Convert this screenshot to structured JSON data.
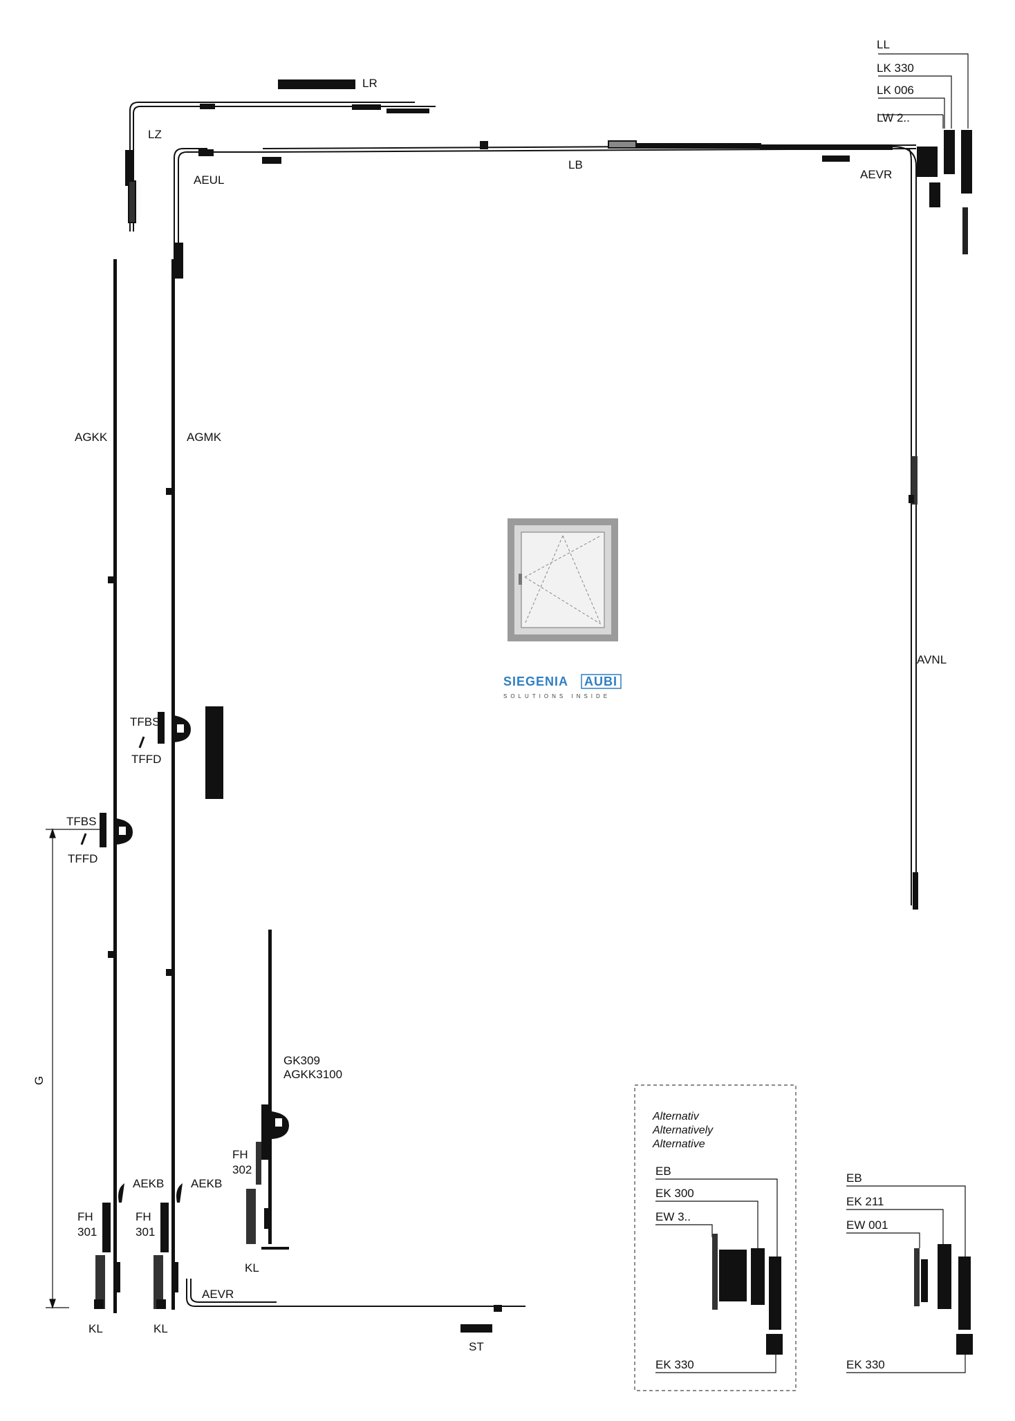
{
  "labels": {
    "LR": "LR",
    "LZ": "LZ",
    "AEUL": "AEUL",
    "LB": "LB",
    "AEVR_top": "AEVR",
    "LL": "LL",
    "LK330": "LK 330",
    "LK006": "LK 006",
    "LW2": "LW 2..",
    "AGKK": "AGKK",
    "AGMK": "AGMK",
    "AVNL": "AVNL",
    "TFBS_upper": "TFBS",
    "TFFD_upper": "TFFD",
    "TFBS_lower": "TFBS",
    "TFFD_lower": "TFFD",
    "G": "G",
    "GK309": "GK309",
    "AGKK3100": "AGKK3100",
    "FH302_a": "FH",
    "FH302_b": "302",
    "KL_mid": "KL",
    "AEKB_left": "AEKB",
    "AEKB_right": "AEKB",
    "FH301L_a": "FH",
    "FH301L_b": "301",
    "FH301R_a": "FH",
    "FH301R_b": "301",
    "KL_left": "KL",
    "KL_right": "KL",
    "AEVR_bottom": "AEVR",
    "ST": "ST"
  },
  "logo": {
    "brand": "SIEGENIA",
    "sub_brand": "AUBI",
    "tagline": "SOLUTIONS INSIDE",
    "brand_color": "#2f7fc1"
  },
  "alternative_box": {
    "title_de": "Alternativ",
    "title_en": "Alternatively",
    "title_fr": "Alternative",
    "EB": "EB",
    "EK300": "EK 300",
    "EW3": "EW 3..",
    "EK330": "EK 330"
  },
  "right_assembly": {
    "EB": "EB",
    "EK211": "EK 211",
    "EW001": "EW 001",
    "EK330": "EK 330"
  }
}
